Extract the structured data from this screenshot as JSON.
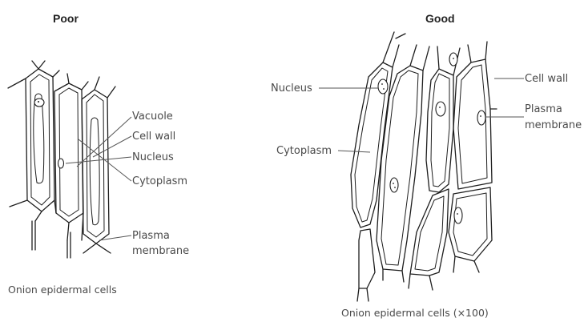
{
  "poor": {
    "heading": "Poor",
    "labels": {
      "vacuole": "Vacuole",
      "cell_wall": "Cell wall",
      "nucleus": "Nucleus",
      "cytoplasm": "Cytoplasm",
      "plasma_line1": "Plasma",
      "plasma_line2": "membrane"
    },
    "caption": "Onion epidermal cells"
  },
  "good": {
    "heading": "Good",
    "labels": {
      "nucleus": "Nucleus",
      "cytoplasm": "Cytoplasm",
      "cell_wall": "Cell wall",
      "plasma_line1": "Plasma",
      "plasma_line2": "membrane"
    },
    "caption": "Onion epidermal cells (×100)"
  }
}
